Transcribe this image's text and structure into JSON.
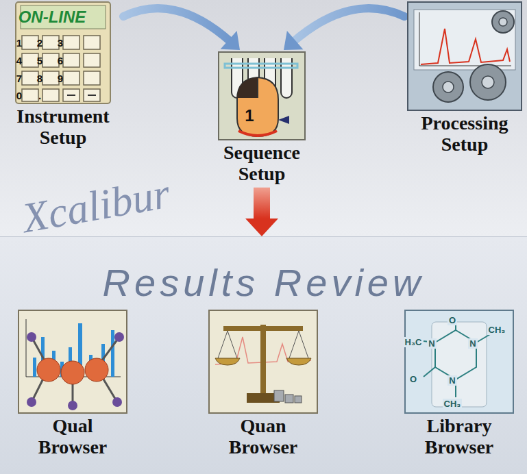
{
  "diagram": {
    "nodes": [
      {
        "text": [
          "Instrument Setup"
        ]
      },
      {
        "text": [
          "Sequence Setup"
        ]
      },
      {
        "text": [
          "Processing Setup"
        ]
      },
      {
        "text": [
          "Results Review"
        ]
      },
      {
        "text": [
          "Qual Browser"
        ],
        "in": 3
      },
      {
        "text": [
          "Quan Browser"
        ],
        "in": 3
      },
      {
        "text": [
          "Library Browser"
        ],
        "in": 3
      }
    ],
    "edges": [
      {
        "from": 0,
        "to": 1,
        "arrow": "to"
      },
      {
        "from": 2,
        "to": 1,
        "arrow": "to"
      },
      {
        "from": 1,
        "to": 3,
        "arrow": "to"
      }
    ],
    "labels": [
      "ON-LINE",
      "1",
      "2",
      "3",
      "4",
      "5",
      "6",
      "7",
      "8",
      "9",
      "0",
      ".",
      "1",
      "Xcalibur",
      "H₃C",
      "O",
      "N",
      "O",
      "N",
      "N",
      "CH₃",
      "CH₃"
    ]
  }
}
